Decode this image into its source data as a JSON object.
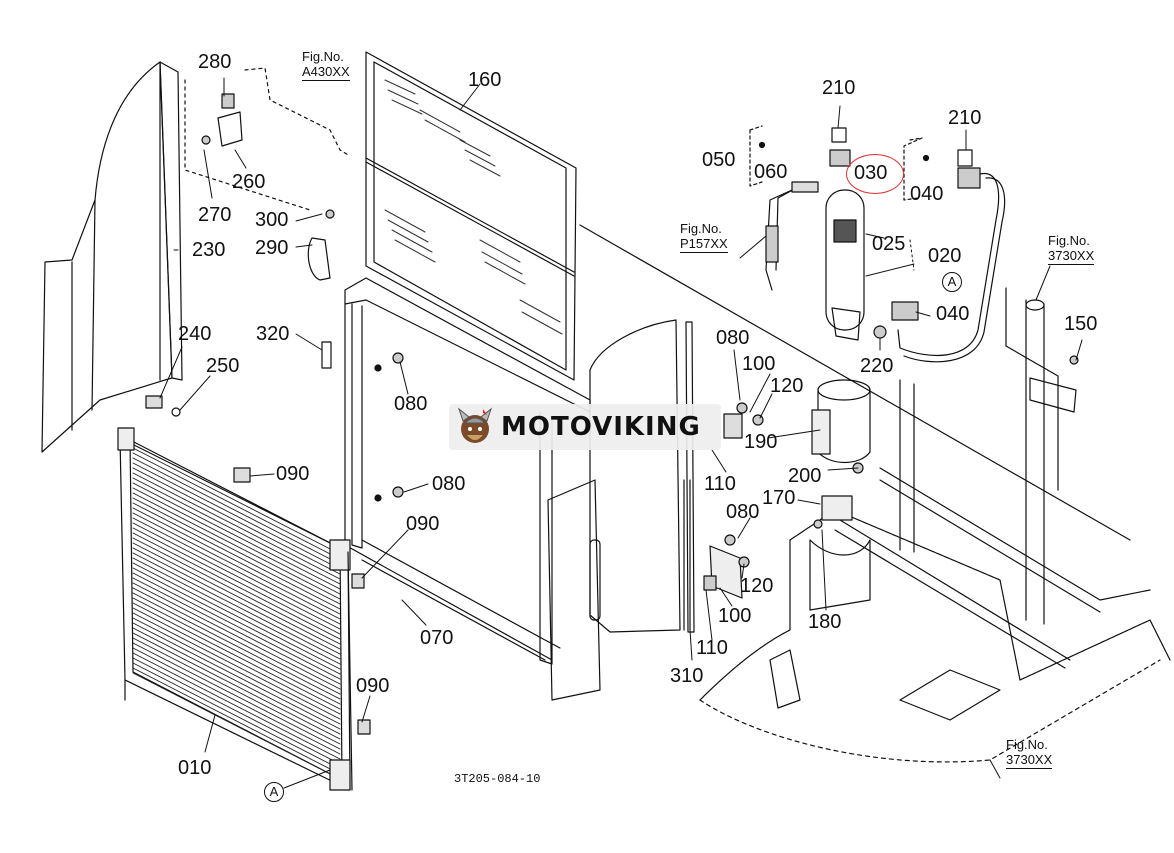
{
  "parts": [
    {
      "key": "280",
      "label": "280"
    },
    {
      "key": "260",
      "label": "260"
    },
    {
      "key": "270",
      "label": "270"
    },
    {
      "key": "230",
      "label": "230"
    },
    {
      "key": "300",
      "label": "300"
    },
    {
      "key": "290",
      "label": "290"
    },
    {
      "key": "240",
      "label": "240"
    },
    {
      "key": "250",
      "label": "250"
    },
    {
      "key": "320",
      "label": "320"
    },
    {
      "key": "160",
      "label": "160"
    },
    {
      "key": "080a",
      "label": "080"
    },
    {
      "key": "080b",
      "label": "080"
    },
    {
      "key": "090a",
      "label": "090"
    },
    {
      "key": "090b",
      "label": "090"
    },
    {
      "key": "090c",
      "label": "090"
    },
    {
      "key": "070",
      "label": "070"
    },
    {
      "key": "010",
      "label": "010"
    },
    {
      "key": "080c",
      "label": "080"
    },
    {
      "key": "100a",
      "label": "100"
    },
    {
      "key": "120a",
      "label": "120"
    },
    {
      "key": "190",
      "label": "190"
    },
    {
      "key": "110a",
      "label": "110"
    },
    {
      "key": "200",
      "label": "200"
    },
    {
      "key": "170",
      "label": "170"
    },
    {
      "key": "080d",
      "label": "080"
    },
    {
      "key": "120b",
      "label": "120"
    },
    {
      "key": "100b",
      "label": "100"
    },
    {
      "key": "110b",
      "label": "110"
    },
    {
      "key": "310",
      "label": "310"
    },
    {
      "key": "180",
      "label": "180"
    },
    {
      "key": "210a",
      "label": "210"
    },
    {
      "key": "210b",
      "label": "210"
    },
    {
      "key": "050",
      "label": "050"
    },
    {
      "key": "060",
      "label": "060"
    },
    {
      "key": "030",
      "label": "030"
    },
    {
      "key": "040a",
      "label": "040"
    },
    {
      "key": "025",
      "label": "025"
    },
    {
      "key": "020",
      "label": "020"
    },
    {
      "key": "040b",
      "label": "040"
    },
    {
      "key": "220",
      "label": "220"
    },
    {
      "key": "150",
      "label": "150"
    }
  ],
  "figure_refs": [
    {
      "key": "a430",
      "prefix": "Fig.No.",
      "number": "A430XX"
    },
    {
      "key": "p157",
      "prefix": "Fig.No.",
      "number": "P157XX"
    },
    {
      "key": "3730a",
      "prefix": "Fig.No.",
      "number": "3730XX"
    },
    {
      "key": "3730b",
      "prefix": "Fig.No.",
      "number": "3730XX"
    }
  ],
  "ref_markers": {
    "a1": "A",
    "a2": "A"
  },
  "diagram_code": "3T205-084-10",
  "watermark": {
    "text": "MOTOVIKING"
  },
  "highlight": {
    "part": "030",
    "color": "#e03030"
  }
}
